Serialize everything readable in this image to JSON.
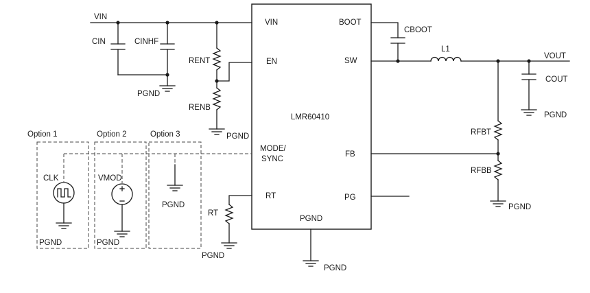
{
  "ic": {
    "name": "LMR60410",
    "pins": {
      "vin": "VIN",
      "boot": "BOOT",
      "en": "EN",
      "sw": "SW",
      "mode_sync_line1": "MODE/",
      "mode_sync_line2": "SYNC",
      "fb": "FB",
      "rt": "RT",
      "pg": "PG",
      "pgnd": "PGND"
    }
  },
  "nets": {
    "vin": "VIN",
    "vout": "VOUT",
    "pgnd": "PGND"
  },
  "components": {
    "cin": "CIN",
    "cinhf": "CINHF",
    "rent": "RENT",
    "renb": "RENB",
    "cboot": "CBOOT",
    "l1": "L1",
    "cout": "COUT",
    "rfbt": "RFBT",
    "rfbb": "RFBB",
    "rt": "RT",
    "clk": "CLK",
    "vmod": "VMOD"
  },
  "options": {
    "option1": "Option 1",
    "option2": "Option 2",
    "option3": "Option 3"
  }
}
